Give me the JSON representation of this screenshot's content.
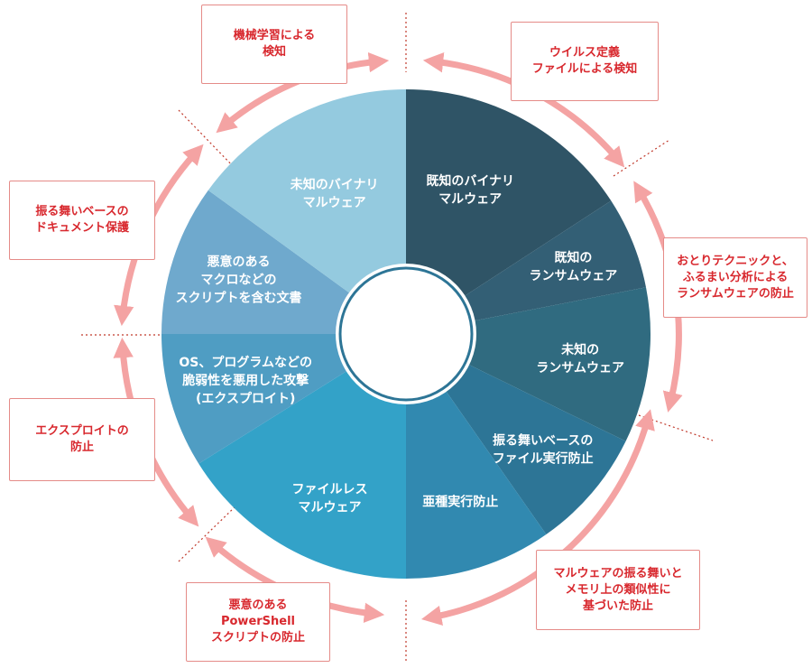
{
  "colors": {
    "arrow": "#f4a3a3",
    "divider": "#c0392b",
    "callout_text": "#d8282e",
    "callout_border": "#e58b88",
    "segment_text": "#ffffff"
  },
  "segments": [
    {
      "id": "known-binary",
      "lines": [
        "既知のバイナリ",
        "マルウェア"
      ],
      "color": "#2f5466"
    },
    {
      "id": "known-ransomware",
      "lines": [
        "既知の",
        "ランサムウェア"
      ],
      "color": "#335f75"
    },
    {
      "id": "unknown-ransomware",
      "lines": [
        "未知の",
        "ランサムウェア"
      ],
      "color": "#306b80"
    },
    {
      "id": "behavior-file-exec",
      "lines": [
        "振る舞いベースの",
        "ファイル実行防止"
      ],
      "color": "#2d7596"
    },
    {
      "id": "variant-exec",
      "lines": [
        "亜種実行防止"
      ],
      "color": "#3189b0"
    },
    {
      "id": "fileless",
      "lines": [
        "ファイルレス",
        "マルウェア"
      ],
      "color": "#33a2c8"
    },
    {
      "id": "exploit",
      "lines": [
        "OS、プログラムなどの",
        "脆弱性を悪用した攻撃",
        "(エクスプロイト)"
      ],
      "color": "#4f9dc3"
    },
    {
      "id": "malicious-macro",
      "lines": [
        "悪意のある",
        "マクロなどの",
        "スクリプトを含む文書"
      ],
      "color": "#6fa9cd"
    },
    {
      "id": "unknown-binary",
      "lines": [
        "未知のバイナリ",
        "マルウェア"
      ],
      "color": "#94cadf"
    }
  ],
  "callouts": [
    {
      "id": "ml-detection",
      "lines": [
        "機械学習による",
        "検知"
      ]
    },
    {
      "id": "virus-definition",
      "lines": [
        "ウイルス定義",
        "ファイルによる検知"
      ]
    },
    {
      "id": "decoy-technique",
      "lines": [
        "おとりテクニックと、",
        "ふるまい分析による",
        "ランサムウェアの防止"
      ]
    },
    {
      "id": "memory-similarity",
      "lines": [
        "マルウェアの振る舞いと",
        "メモリ上の類似性に",
        "基づいた防止"
      ]
    },
    {
      "id": "powershell-prevention",
      "lines": [
        "悪意のある",
        "PowerShell",
        "スクリプトの防止"
      ]
    },
    {
      "id": "exploit-prevention",
      "lines": [
        "エクスプロイトの",
        "防止"
      ]
    },
    {
      "id": "behavior-doc-protection",
      "lines": [
        "振る舞いベースの",
        "ドキュメント保護"
      ]
    }
  ]
}
